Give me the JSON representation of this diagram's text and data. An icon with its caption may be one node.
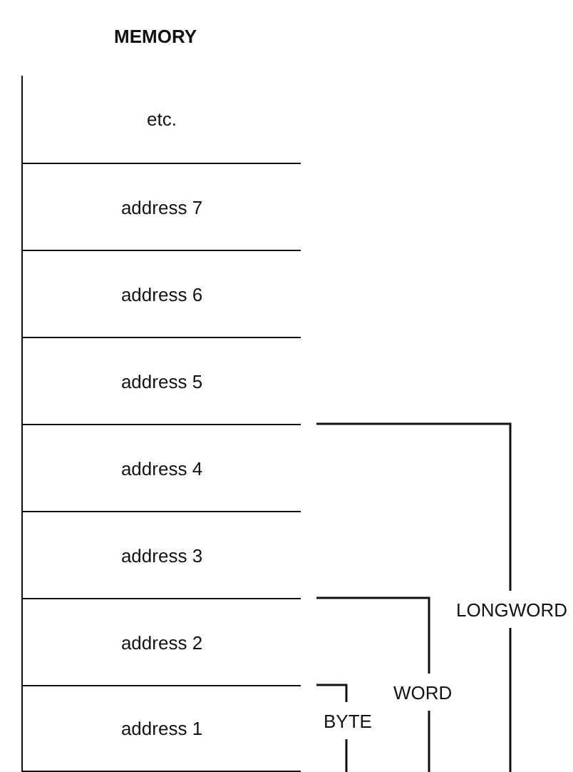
{
  "diagram": {
    "title": "MEMORY",
    "nodes": [
      {
        "text": [
          "etc."
        ]
      },
      {
        "text": [
          "address 7"
        ]
      },
      {
        "text": [
          "address 6"
        ]
      },
      {
        "text": [
          "address 5"
        ]
      },
      {
        "text": [
          "address 4"
        ]
      },
      {
        "text": [
          "address 3"
        ]
      },
      {
        "text": [
          "address 2"
        ]
      },
      {
        "text": [
          "address 1"
        ]
      }
    ],
    "labels": [
      "LONGWORD",
      "WORD",
      "BYTE"
    ]
  }
}
